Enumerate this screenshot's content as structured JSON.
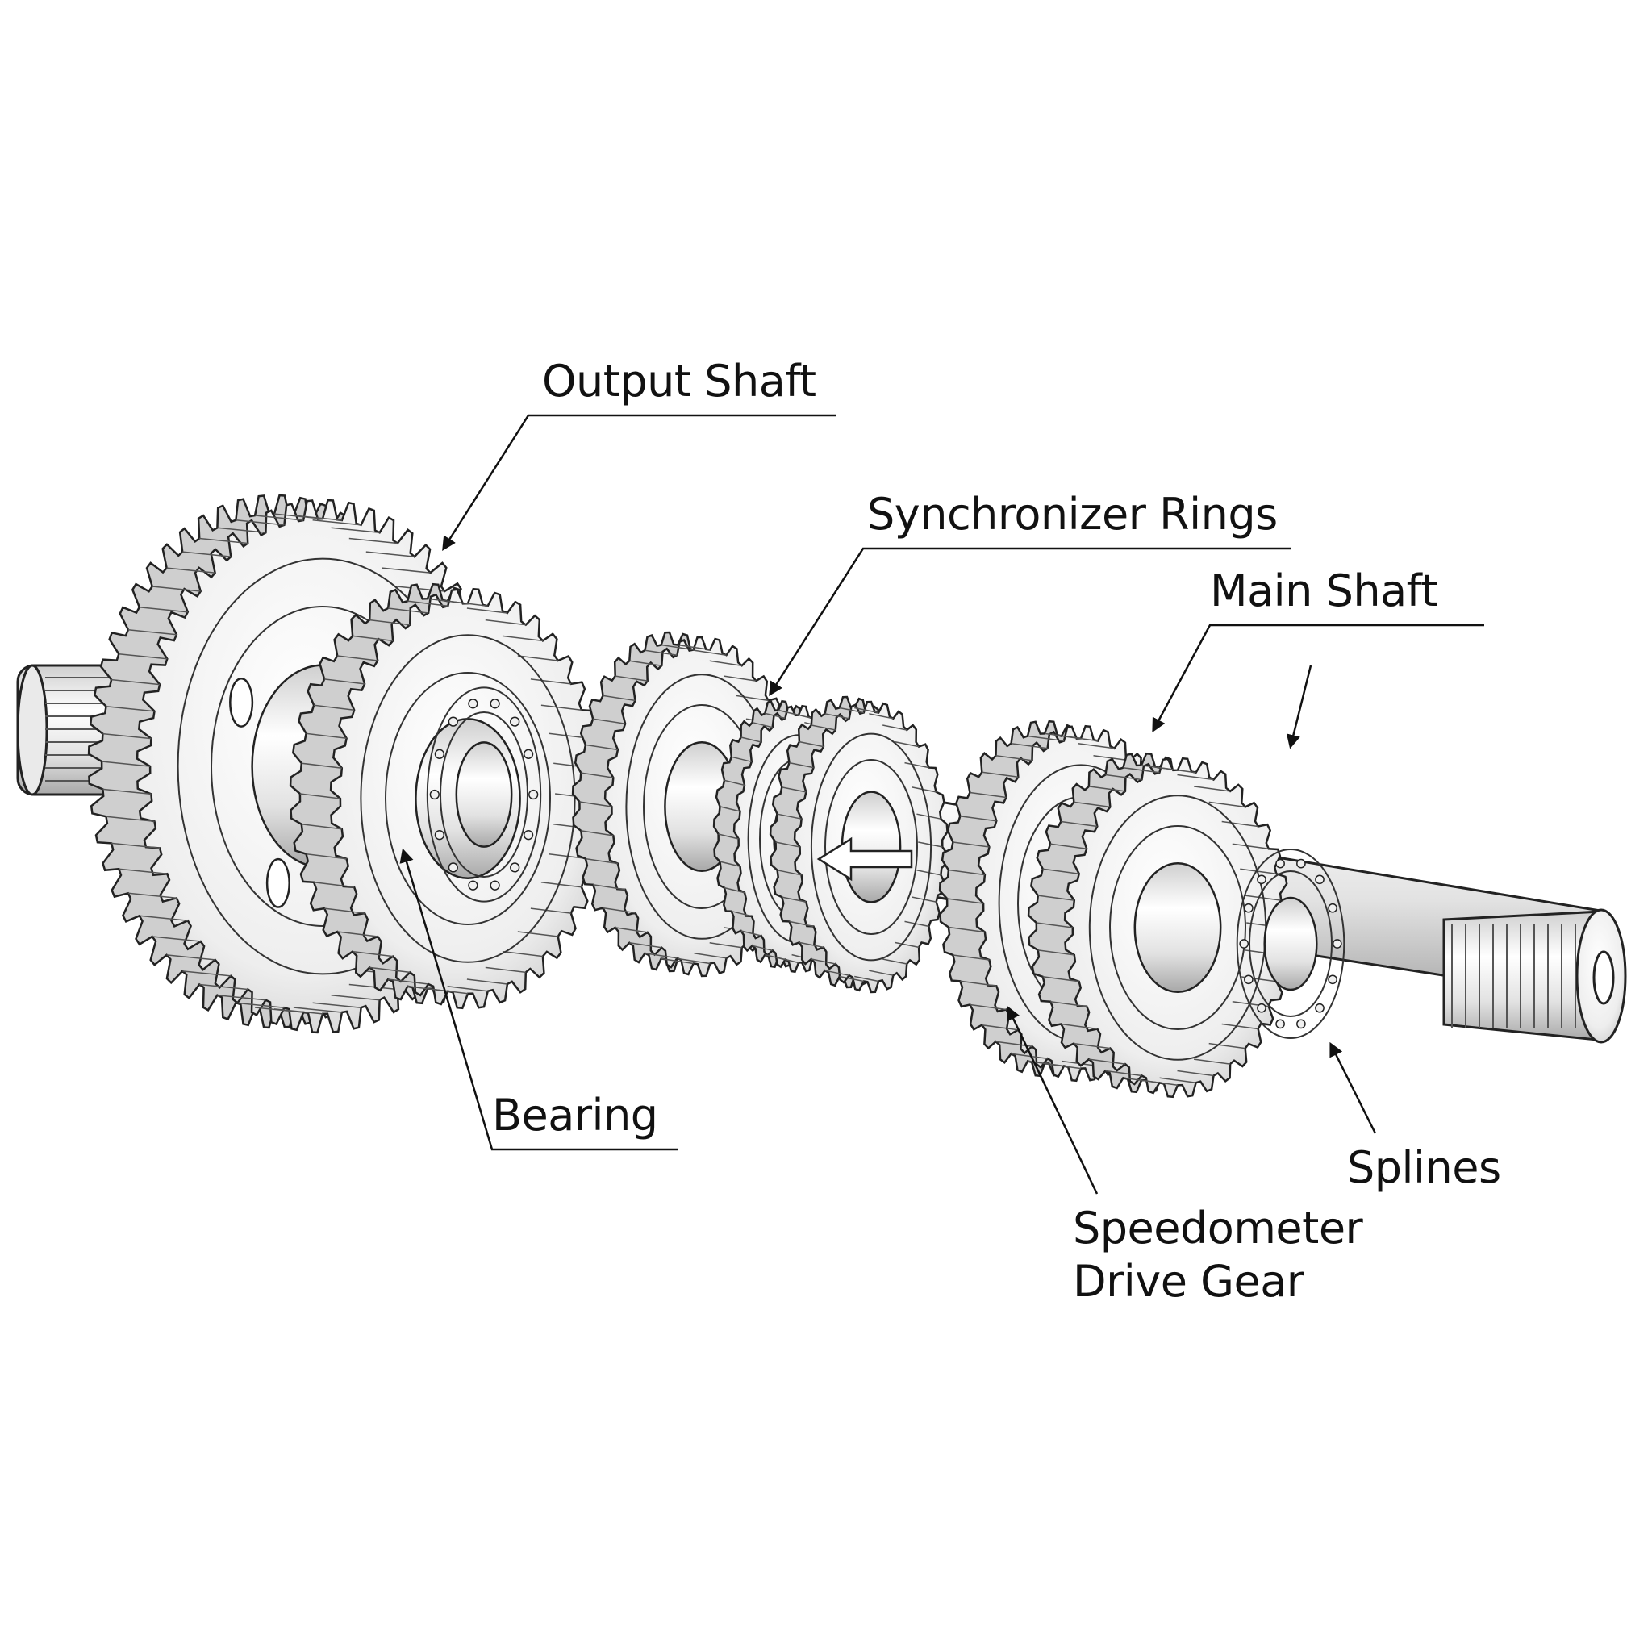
{
  "diagram": {
    "labels": {
      "output_shaft": "Output Shaft",
      "synchronizer_rings": "Synchronizer Rings",
      "main_shaft": "Main Shaft",
      "bearing": "Bearing",
      "splines": "Splines",
      "speedometer_line1": "Speedometer",
      "speedometer_line2": "Drive Gear"
    },
    "colors": {
      "ink": "#111111",
      "metal_light": "#f4f4f4",
      "metal_mid": "#d9d9d9",
      "metal_dark": "#9a9a9a",
      "background": "#ffffff"
    }
  }
}
